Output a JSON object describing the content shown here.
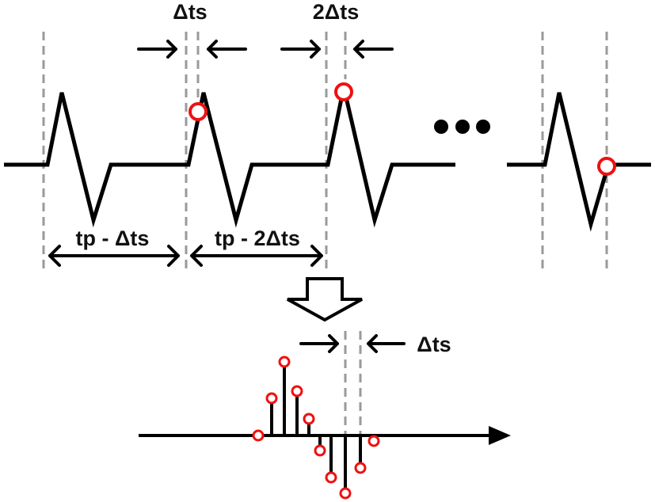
{
  "labels": {
    "delta_top": "Δts",
    "two_delta_top": "2Δts",
    "tp_minus_delta": "tp - Δts",
    "tp_minus_two_delta": "tp - 2Δts",
    "delta_bottom": "Δts"
  },
  "colors": {
    "waveform": "#000000",
    "guide": "#9a9a9a",
    "sample_marker": "#ee1111"
  }
}
